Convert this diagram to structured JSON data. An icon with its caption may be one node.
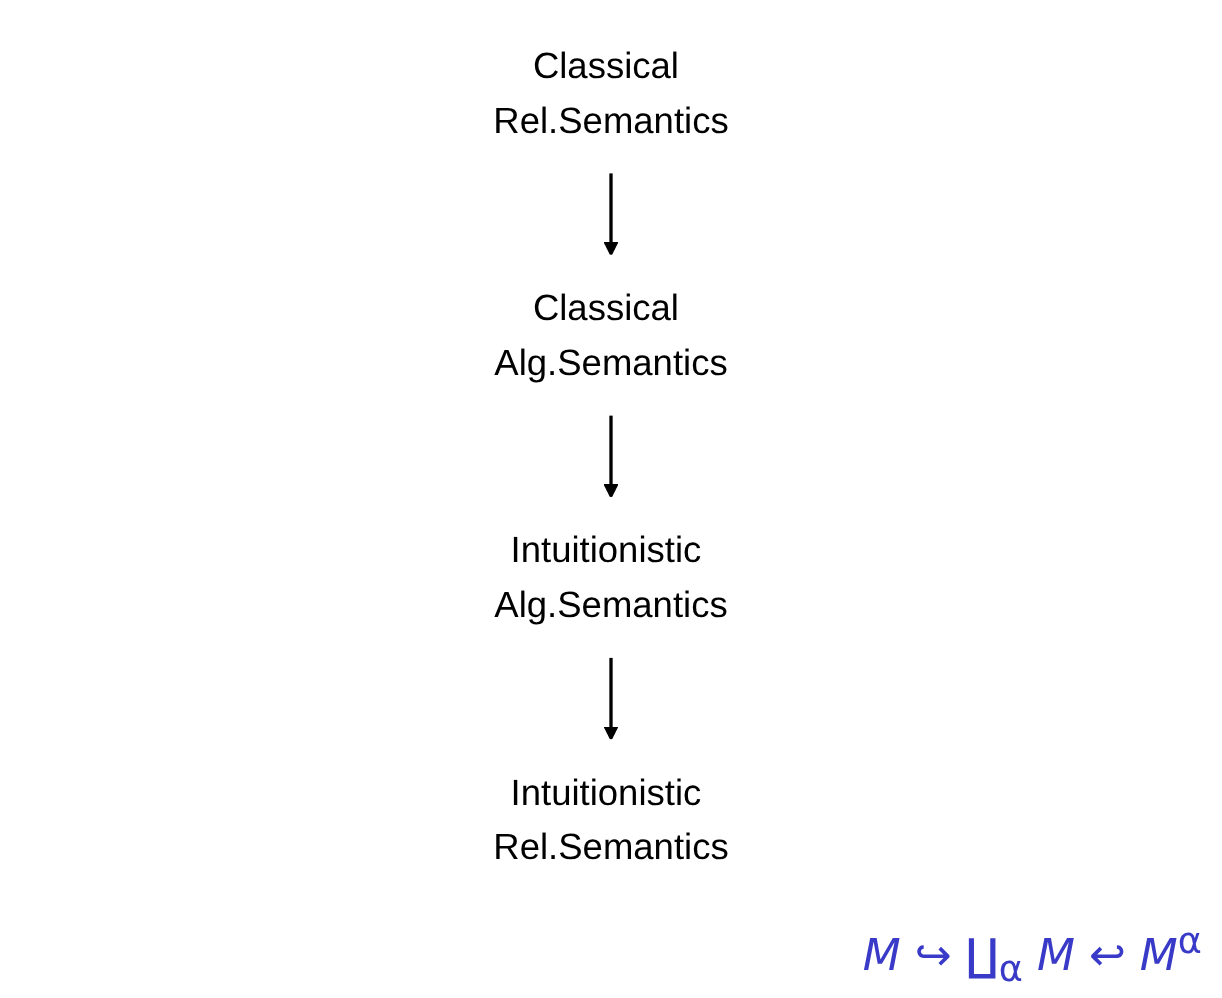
{
  "diagram": {
    "nodes": [
      {
        "text": [
          "Intuitionistic Alg.Semantics"
        ]
      },
      {
        "text": [
          "Intuitionistic Rel.Semantics"
        ]
      },
      {
        "text": [
          "Classical Alg.Semantics"
        ]
      },
      {
        "text": [
          "Classical Rel.Semantics"
        ]
      }
    ],
    "edges": [
      {
        "from": 0,
        "to": 1,
        "arrow": "to"
      },
      {
        "from": 2,
        "to": 0,
        "arrow": "to"
      },
      {
        "from": 3,
        "to": 2,
        "arrow": "to"
      }
    ],
    "labels": [
      "*M* ↪ ∐$_{α}$ *M* ↩ *M*$^{α}$"
    ]
  }
}
